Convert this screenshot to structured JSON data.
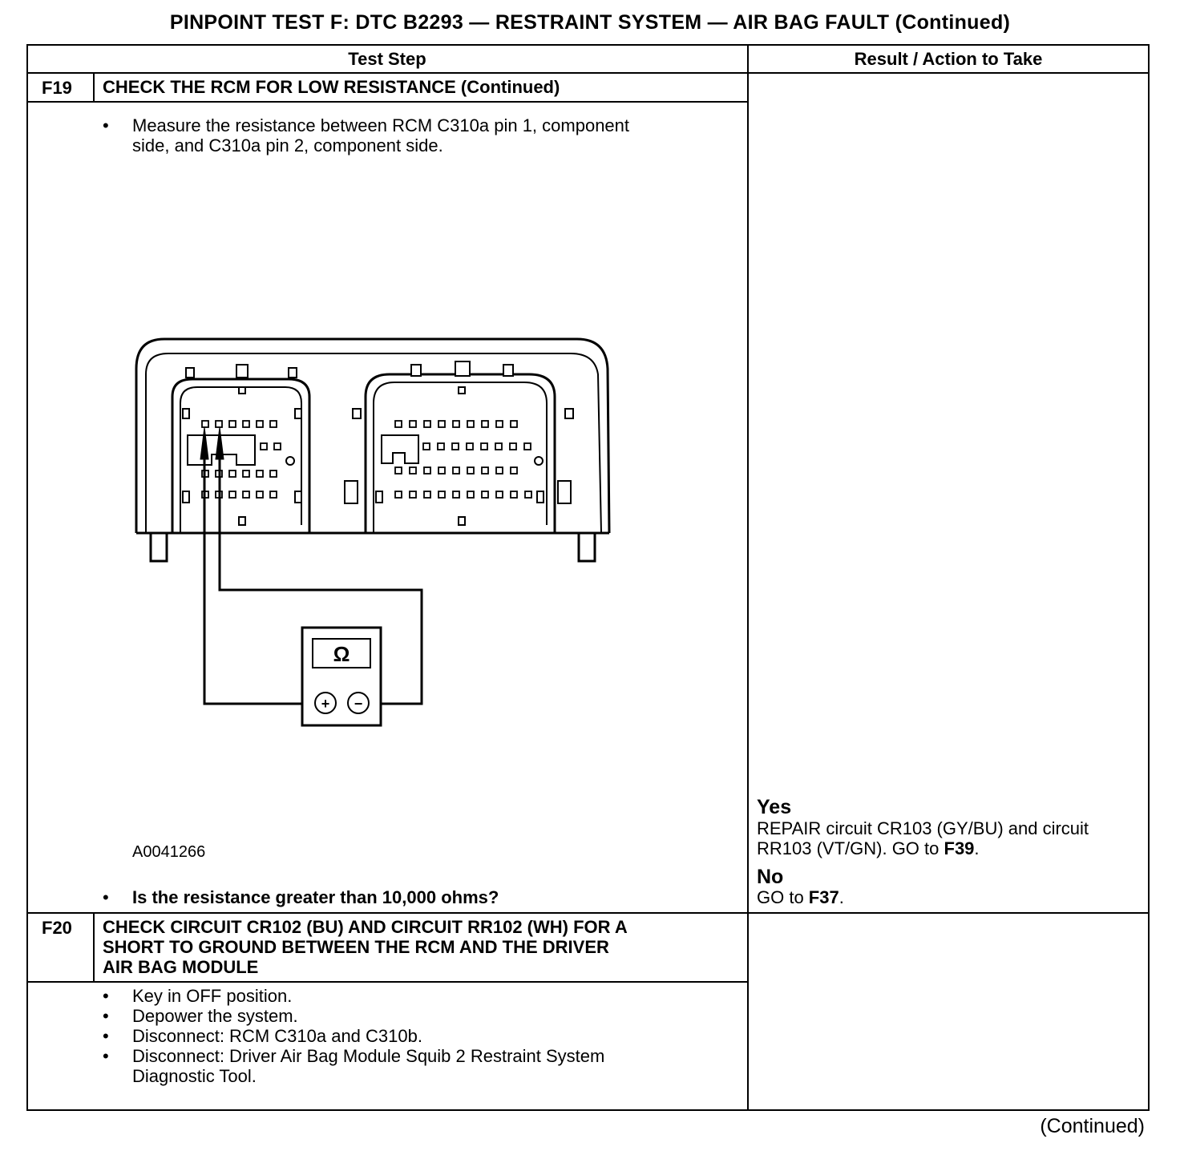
{
  "title": "PINPOINT TEST F: DTC B2293 — RESTRAINT SYSTEM — AIR BAG FAULT (Continued)",
  "headers": {
    "test_step": "Test Step",
    "result": "Result / Action to Take"
  },
  "steps": [
    {
      "id": "F19",
      "title": "CHECK THE RCM FOR LOW RESISTANCE (Continued)",
      "bullets": [
        "Measure the resistance between RCM C310a pin 1, component",
        "side, and C310a pin 2, component side."
      ],
      "figure": {
        "id": "A0041266",
        "meter_symbol": "Ω",
        "plus": "+",
        "minus": "−"
      },
      "question": "Is the resistance greater than 10,000 ohms?",
      "yes_label": "Yes",
      "yes_line1": "REPAIR circuit CR103 (GY/BU) and circuit",
      "yes_line2_prefix": "RR103 (VT/GN). GO to ",
      "yes_line2_ref": "F39",
      "yes_line2_suffix": ".",
      "no_label": "No",
      "no_prefix": "GO to ",
      "no_ref": "F37",
      "no_suffix": "."
    },
    {
      "id": "F20",
      "title_lines": [
        "CHECK CIRCUIT CR102 (BU) AND CIRCUIT RR102 (WH) FOR A",
        "SHORT TO GROUND BETWEEN THE RCM AND THE DRIVER",
        "AIR BAG MODULE"
      ],
      "bullets": [
        "Key in OFF position.",
        "Depower the system.",
        "Disconnect: RCM C310a and C310b.",
        "Disconnect: Driver Air Bag Module Squib 2 Restraint System",
        "Diagnostic Tool."
      ]
    }
  ],
  "continued": "(Continued)"
}
